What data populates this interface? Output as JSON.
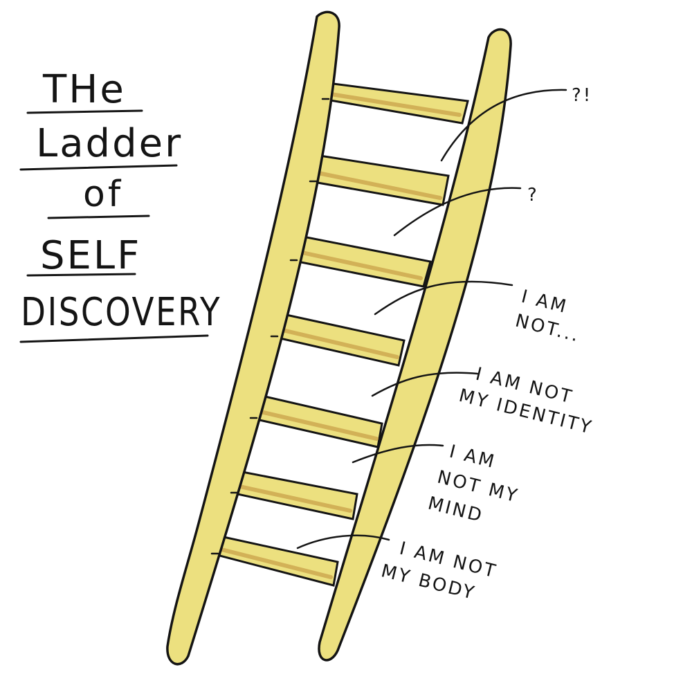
{
  "title": {
    "line1": "THe",
    "line2": "Ladder",
    "line3": "of",
    "line4": "SELF",
    "line5": "DISCOVERY"
  },
  "rung_labels": [
    {
      "lines": [
        "?!"
      ]
    },
    {
      "lines": [
        "?"
      ]
    },
    {
      "lines": [
        "I AM",
        "NOT..."
      ]
    },
    {
      "lines": [
        "I AM NOT",
        "MY IDENTITY"
      ]
    },
    {
      "lines": [
        "I AM",
        "NOT MY",
        "MIND"
      ]
    },
    {
      "lines": [
        "I AM NOT",
        "MY BODY"
      ]
    }
  ],
  "colors": {
    "ladder": "#ece07f",
    "ladder_shadow": "#c9a14a",
    "ink": "#141414",
    "background": "#ffffff"
  }
}
